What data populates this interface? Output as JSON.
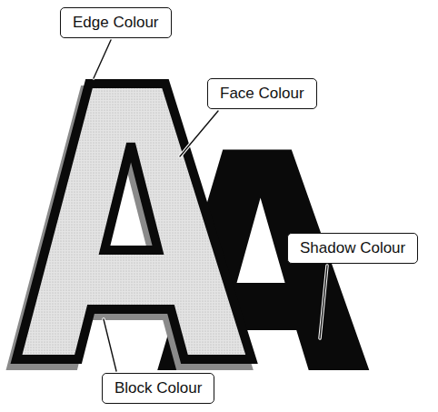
{
  "diagram": {
    "nodes": [
      {
        "text": [
          "Edge Colour"
        ]
      },
      {
        "text": [
          "Face Colour"
        ]
      },
      {
        "text": [
          "Shadow Colour"
        ]
      },
      {
        "text": [
          "Block Colour"
        ]
      }
    ]
  }
}
